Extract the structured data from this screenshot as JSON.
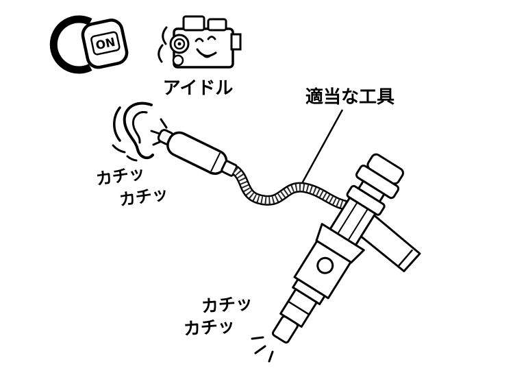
{
  "figure": {
    "type": "service-manual-illustration",
    "subject": "fuel-injector-click-check",
    "background_color": "#ffffff",
    "line_color": "#000000"
  },
  "labels": {
    "ignition_on": "ON",
    "idle": "アイドル",
    "tool": "適当な工具",
    "ear_clicks": [
      "カチッ",
      "カチッ"
    ],
    "injector_clicks": [
      "カチッ",
      "カチッ"
    ]
  }
}
